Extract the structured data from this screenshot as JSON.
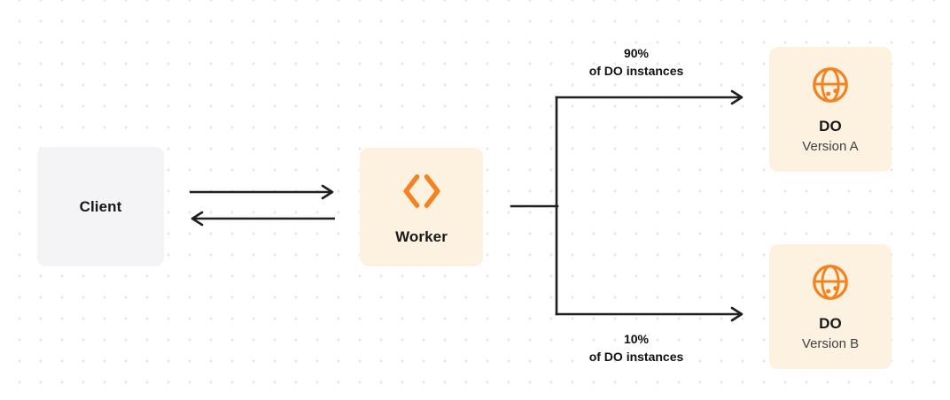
{
  "diagram": {
    "client": {
      "label": "Client"
    },
    "worker": {
      "label": "Worker"
    },
    "do_version_a": {
      "title": "DO",
      "subtitle": "Version A"
    },
    "do_version_b": {
      "title": "DO",
      "subtitle": "Version B"
    },
    "branch_top": {
      "percent": "90%",
      "caption": "of DO instances"
    },
    "branch_bottom": {
      "percent": "10%",
      "caption": "of DO instances"
    }
  },
  "icons": {
    "worker_icon": "workers-brackets-icon",
    "do_icon": "globe-icon"
  },
  "colors": {
    "accent_orange": "#F6821F",
    "cream_panel": "#FDF1E0",
    "client_panel_gray": "#F4F4F6",
    "connector_dark": "#1f1f1f",
    "dot_grid": "#E4E4E7"
  }
}
